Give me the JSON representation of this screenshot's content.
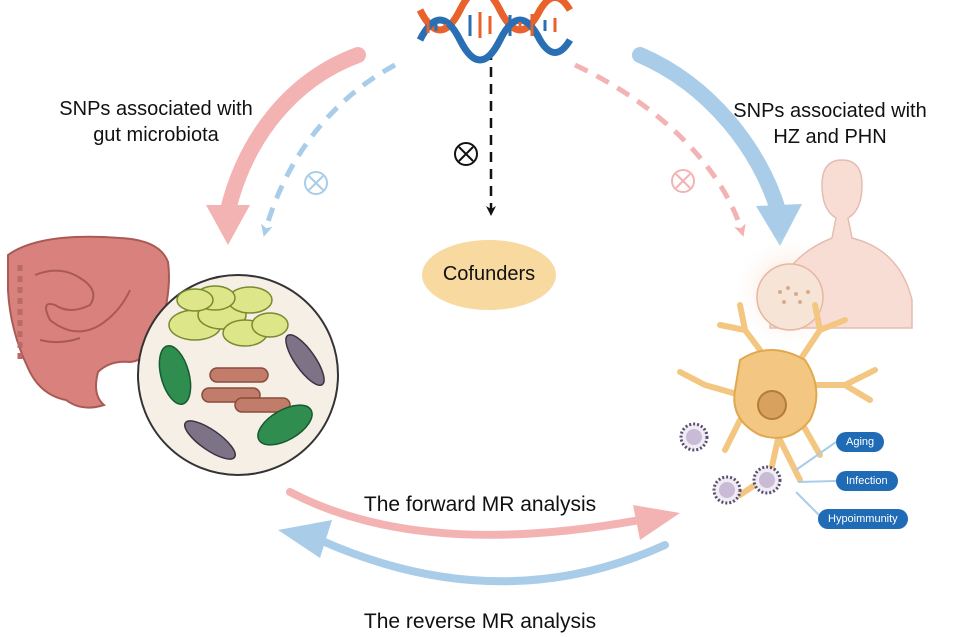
{
  "labels": {
    "snps_gut": [
      "SNPs associated with",
      "gut microbiota"
    ],
    "snps_hz": [
      "SNPs associated with",
      "HZ and PHN"
    ],
    "confounders": "Cofunders",
    "forward": "The forward MR analysis",
    "reverse": "The reverse MR analysis"
  },
  "factors": [
    "Aging",
    "Infection",
    "Hypoimmunity"
  ],
  "colors": {
    "pink_arrow": "#f4b3b3",
    "blue_arrow": "#a9cde9",
    "confounder_fill": "#f8d9a0",
    "pill_blue": "#1f6bb5",
    "dna_orange": "#e9612b",
    "dna_blue": "#2a6fb3",
    "neuron": "#f3c782"
  },
  "icons": [
    "dna-icon",
    "intestine-icon",
    "microbiota-circle-icon",
    "human-torso-icon",
    "neuron-icon",
    "virus-icon",
    "blocked-icon"
  ]
}
